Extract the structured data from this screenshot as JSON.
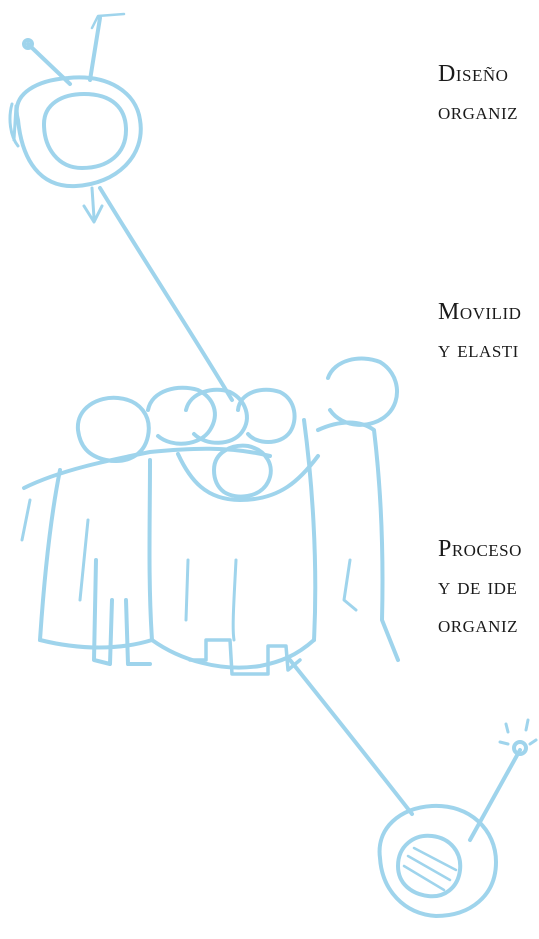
{
  "illustration": {
    "style": "hand-drawn sketch",
    "stroke_color": "#9fd4ec",
    "subjects": [
      "antenna-device-icon",
      "people-group-illustration",
      "radio-device-icon"
    ]
  },
  "topics": [
    {
      "lines": [
        "Diseño",
        "organiz"
      ]
    },
    {
      "lines": [
        "Movilid",
        "y elasti"
      ]
    },
    {
      "lines": [
        "Proceso",
        "y de ide",
        "organiz"
      ]
    }
  ]
}
